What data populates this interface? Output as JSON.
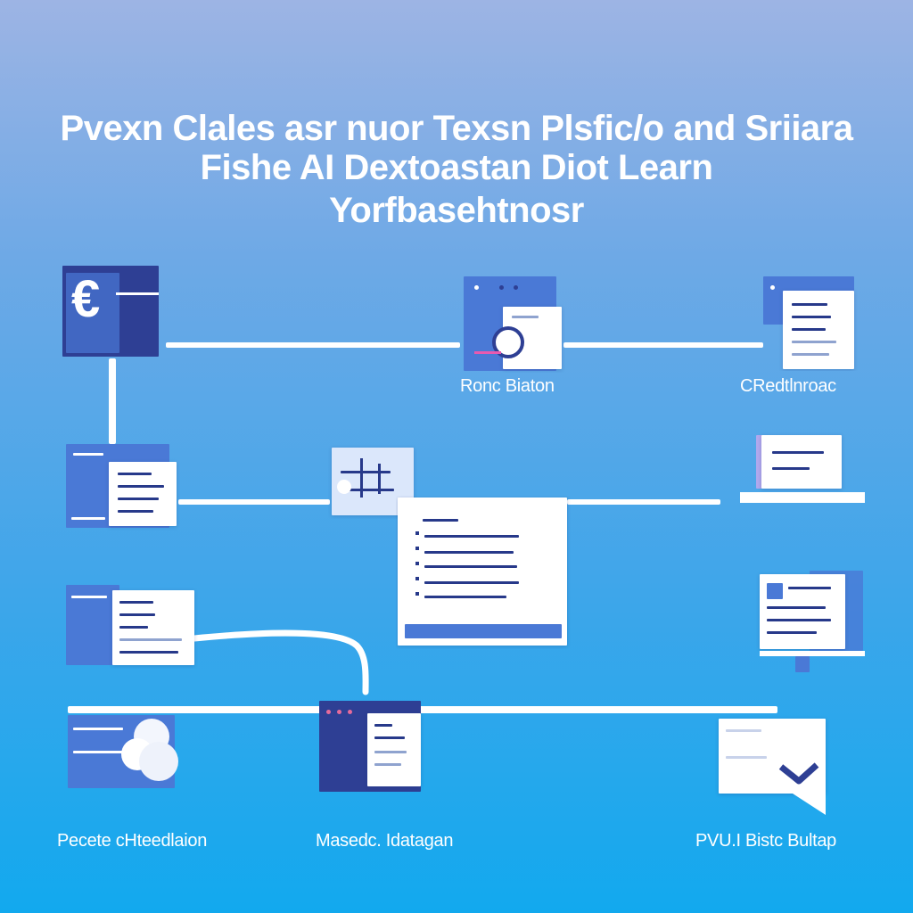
{
  "title": {
    "line1": "Pvexn Clales asr nuor Texsn Plsfic/o and Sriiara",
    "line2": "Fishe AI Dextoastan Diot Learn",
    "line3": "Yorfbasehtnosr"
  },
  "labels": {
    "top_center": "Ronc Biaton",
    "top_right": "CRedtlnroac",
    "bottom_left": "Pecete cHteedlaion",
    "bottom_center": "Masedc. Idatagan",
    "bottom_right": "PVU.I Bistc Bultap"
  },
  "icons": {
    "euro": "€"
  },
  "colors": {
    "navy": "#2e3f94",
    "accent_blue": "#4a79d6",
    "connector": "#ffffff",
    "background_top": "#9db4e4",
    "background_bottom": "#12a9ee"
  }
}
